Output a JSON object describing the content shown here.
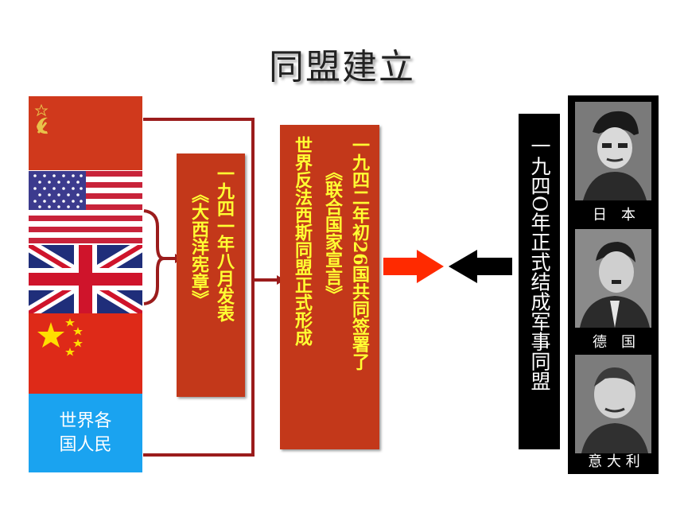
{
  "title": "同盟建立",
  "people_box": {
    "text_line1": "世界各",
    "text_line2": "国人民",
    "color": "#1aa3f0"
  },
  "atlantic_box": {
    "line1": "一九四一年八月发表",
    "line2": "《大西洋宪章》"
  },
  "un_box": {
    "line1": "一九四二年初26国共同签署了",
    "line2": "《联合国家宣言》",
    "line3": "世界反法西斯同盟正式形成"
  },
  "axis_box": {
    "text": "一九四O年正式结成军事同盟"
  },
  "portraits": [
    {
      "label": "日　本"
    },
    {
      "label": "德　国"
    },
    {
      "label": "意 大 利"
    }
  ],
  "colors": {
    "red_box": "#c3381a",
    "text_yellow": "#ffff33",
    "bracket": "#9b1c1c",
    "arrow_red": "#ff2a00",
    "arrow_black": "#000000"
  },
  "icons": {
    "ussr_flag": "hammer-sickle-flag-icon",
    "usa_flag": "stars-stripes-flag-icon",
    "uk_flag": "union-jack-flag-icon",
    "china_flag": "five-star-flag-icon"
  }
}
